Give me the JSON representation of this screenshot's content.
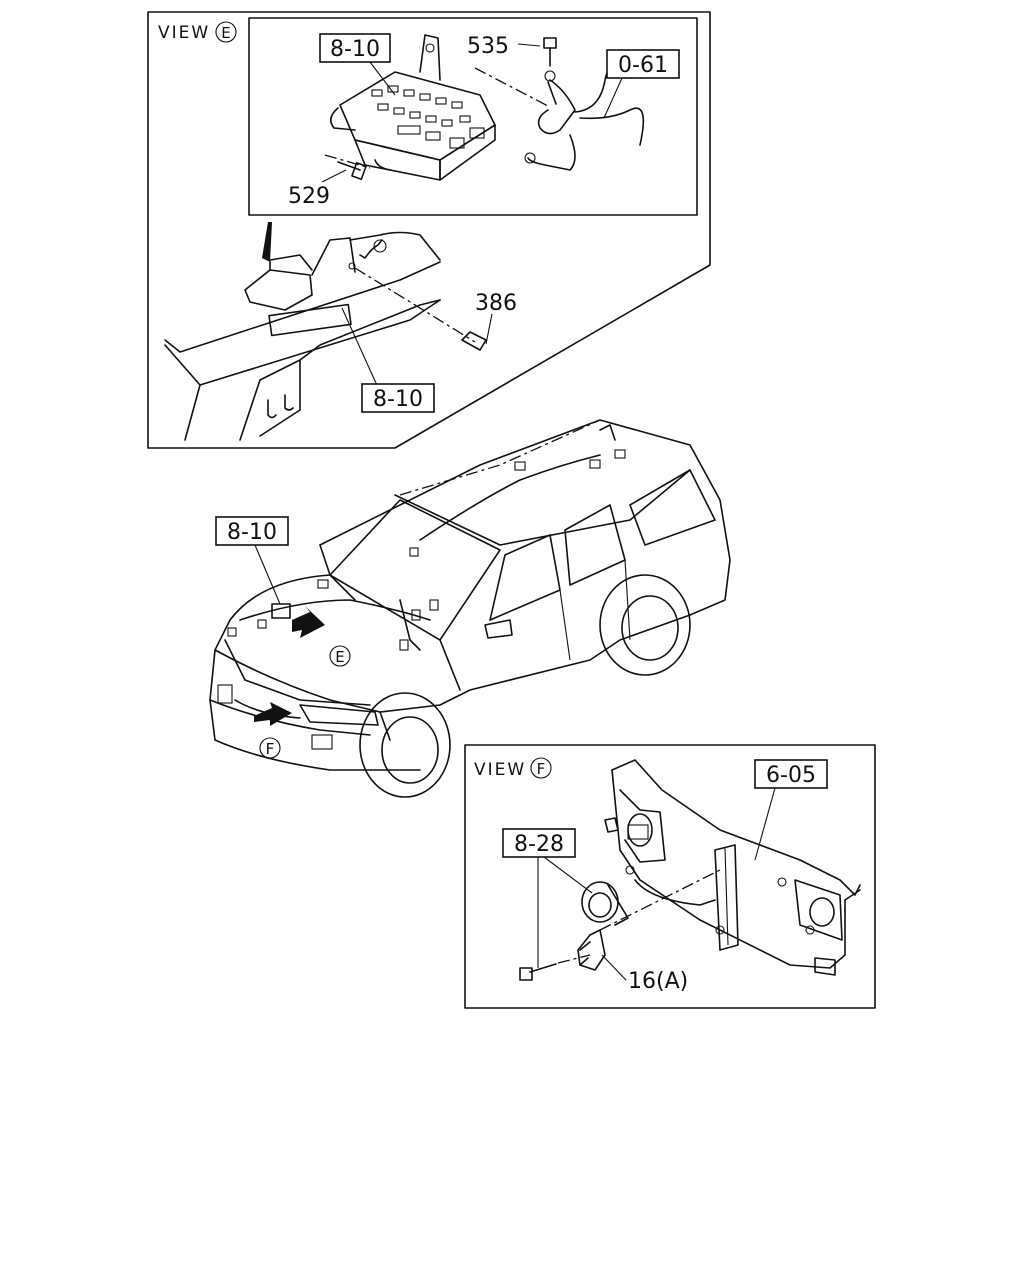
{
  "view_e": {
    "title": "VIEW",
    "circle": "E",
    "parts": {
      "fuse_box_top": "8-10",
      "bolt_535": "535",
      "harness": "0-61",
      "bolt_529": "529",
      "bolt_386": "386",
      "fuse_box_bottom": "8-10"
    }
  },
  "vehicle": {
    "part_fuse_box": "8-10",
    "arrow_e_circle": "E",
    "arrow_f_circle": "F"
  },
  "view_f": {
    "title": "VIEW",
    "circle": "F",
    "parts": {
      "radiator_support": "6-05",
      "horn": "8-28",
      "bracket": "16(A)"
    }
  }
}
